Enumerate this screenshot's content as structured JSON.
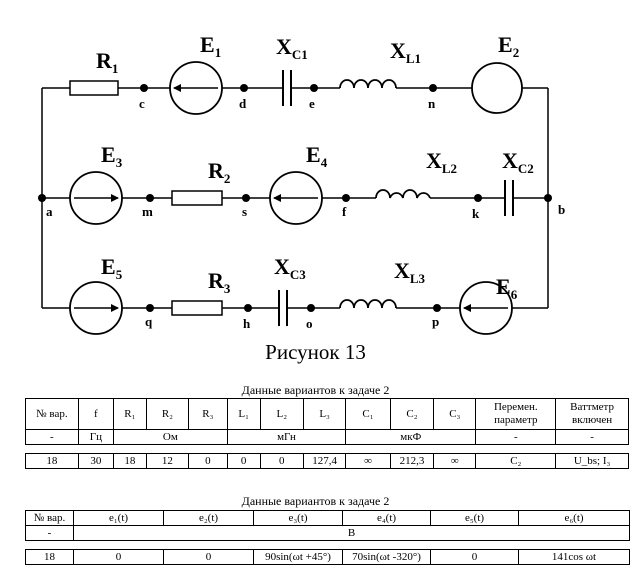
{
  "figure": {
    "caption": "Рисунок 13",
    "components": {
      "R1": {
        "main": "R",
        "sub": "1"
      },
      "R2": {
        "main": "R",
        "sub": "2"
      },
      "R3": {
        "main": "R",
        "sub": "3"
      },
      "E1": {
        "main": "E",
        "sub": "1"
      },
      "E2": {
        "main": "E",
        "sub": "2"
      },
      "E3": {
        "main": "E",
        "sub": "3"
      },
      "E4": {
        "main": "E",
        "sub": "4"
      },
      "E5": {
        "main": "E",
        "sub": "5"
      },
      "E6": {
        "main": "E",
        "sub": "6"
      },
      "XC1": {
        "main": "X",
        "sub": "C1"
      },
      "XC2": {
        "main": "X",
        "sub": "C2"
      },
      "XC3": {
        "main": "X",
        "sub": "C3"
      },
      "XL1": {
        "main": "X",
        "sub": "L1"
      },
      "XL2": {
        "main": "X",
        "sub": "L2"
      },
      "XL3": {
        "main": "X",
        "sub": "L3"
      }
    },
    "nodes": {
      "a": "a",
      "b": "b",
      "c": "c",
      "d": "d",
      "e": "e",
      "n": "n",
      "m": "m",
      "s": "s",
      "f": "f",
      "k": "k",
      "q": "q",
      "h": "h",
      "o": "o",
      "p": "p"
    }
  },
  "table1": {
    "caption": "Данные вариантов к задаче 2",
    "headers": [
      "№ вар.",
      "f",
      "R₁",
      "R₂",
      "R₃",
      "L₁",
      "L₂",
      "L₃",
      "C₁",
      "C₂",
      "C₃",
      "Перемен. параметр",
      "Ваттметр включен"
    ],
    "units": [
      "-",
      "Гц",
      "Ом",
      "мГн",
      "мкФ",
      "-",
      "-"
    ],
    "row": [
      "18",
      "30",
      "18",
      "12",
      "0",
      "0",
      "0",
      "127,4",
      "∞",
      "212,3",
      "∞",
      "C₂",
      "U_bs; I₃"
    ]
  },
  "table2": {
    "caption": "Данные вариантов к задаче 2",
    "headers": [
      "№ вар.",
      "e₁(t)",
      "e₂(t)",
      "e₃(t)",
      "e₄(t)",
      "e₅(t)",
      "e₆(t)"
    ],
    "units": [
      "-",
      "В"
    ],
    "row": [
      "18",
      "0",
      "0",
      "90sin(ωt +45°)",
      "70sin(ωt -320°)",
      "0",
      "141cos ωt"
    ]
  }
}
